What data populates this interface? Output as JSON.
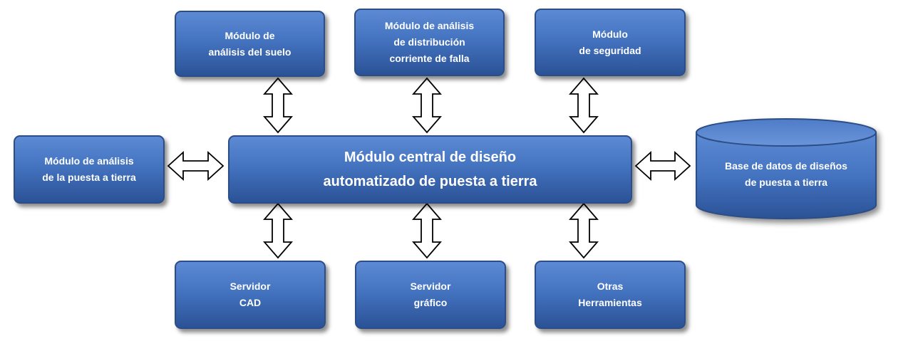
{
  "diagram": {
    "central": {
      "line1": "Módulo central de diseño",
      "line2": "automatizado  de puesta a tierra"
    },
    "soil": {
      "line1": "Módulo de",
      "line2": "análisis del suelo"
    },
    "fault": {
      "line1": "Módulo de análisis",
      "line2": "de distribución",
      "line3": "corriente de falla"
    },
    "security": {
      "line1": "Módulo",
      "line2": "de seguridad"
    },
    "grounding": {
      "line1": "Módulo de análisis",
      "line2": "de la puesta a tierra"
    },
    "database": {
      "line1": "Base de datos de diseños",
      "line2": "de puesta a tierra"
    },
    "cad": {
      "line1": "Servidor",
      "line2": "CAD"
    },
    "graphic": {
      "line1": "Servidor",
      "line2": "gráfico"
    },
    "tools": {
      "line1": "Otras",
      "line2": "Herramientas"
    }
  },
  "colors": {
    "box_top": "#5c8ad4",
    "box_bottom": "#2b5296",
    "border": "#2c4d86",
    "text": "#ffffff",
    "arrow_fill": "#ffffff",
    "arrow_stroke": "#000000"
  }
}
